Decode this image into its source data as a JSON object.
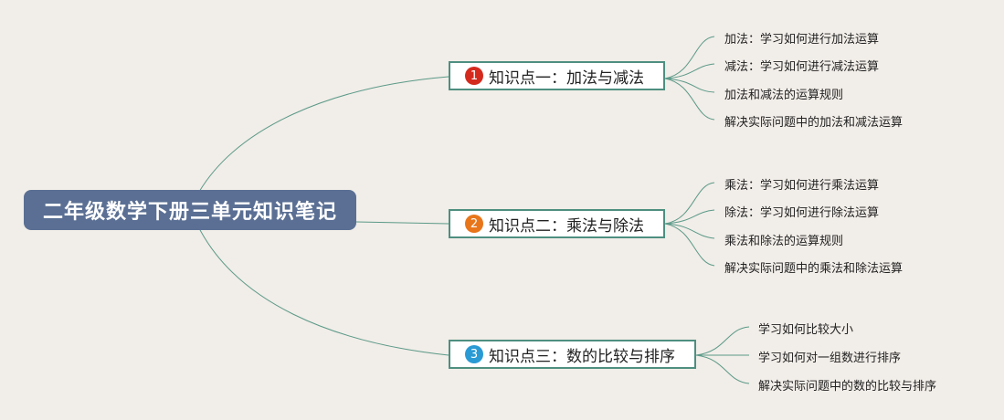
{
  "root": {
    "title": "二年级数学下册三单元知识笔记"
  },
  "topics": [
    {
      "number": "1",
      "label": "知识点一：加法与减法",
      "badge_color": "#d42a1e",
      "items": [
        "加法：学习如何进行加法运算",
        "减法：学习如何进行减法运算",
        "加法和减法的运算规则",
        "解决实际问题中的加法和减法运算"
      ]
    },
    {
      "number": "2",
      "label": "知识点二：乘法与除法",
      "badge_color": "#e8751a",
      "items": [
        "乘法：学习如何进行乘法运算",
        "除法：学习如何进行除法运算",
        "乘法和除法的运算规则",
        "解决实际问题中的乘法和除法运算"
      ]
    },
    {
      "number": "3",
      "label": "知识点三：数的比较与排序",
      "badge_color": "#2a9ad4",
      "items": [
        "学习如何比较大小",
        "学习如何对一组数进行排序",
        "解决实际问题中的数的比较与排序"
      ]
    }
  ],
  "colors": {
    "line": "#5b9a88",
    "root_bg": "#5a6f93",
    "topic_border": "#4e8f80",
    "background": "#f1ede8"
  }
}
